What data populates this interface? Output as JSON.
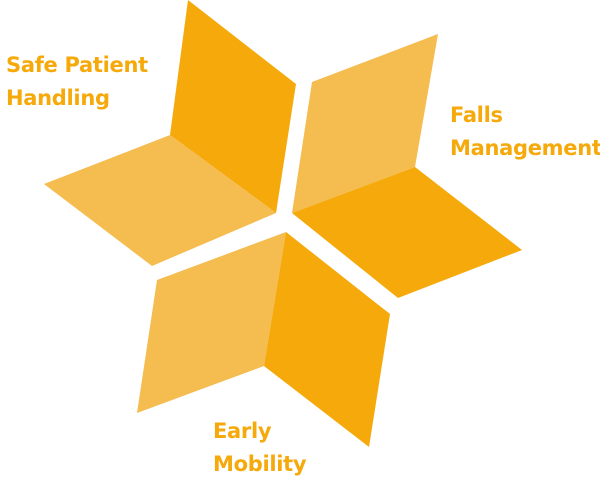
{
  "colors": {
    "dark_petal": "#F5A90A",
    "light_petal": "#F5BC50",
    "label_text": "#F5A90A"
  },
  "labels": {
    "safe_patient_handling": {
      "line1": "Safe Patient",
      "line2": "Handling"
    },
    "falls_management": {
      "line1": "Falls",
      "line2": "Management"
    },
    "early_mobility": {
      "line1": "Early",
      "line2": "Mobility"
    }
  }
}
